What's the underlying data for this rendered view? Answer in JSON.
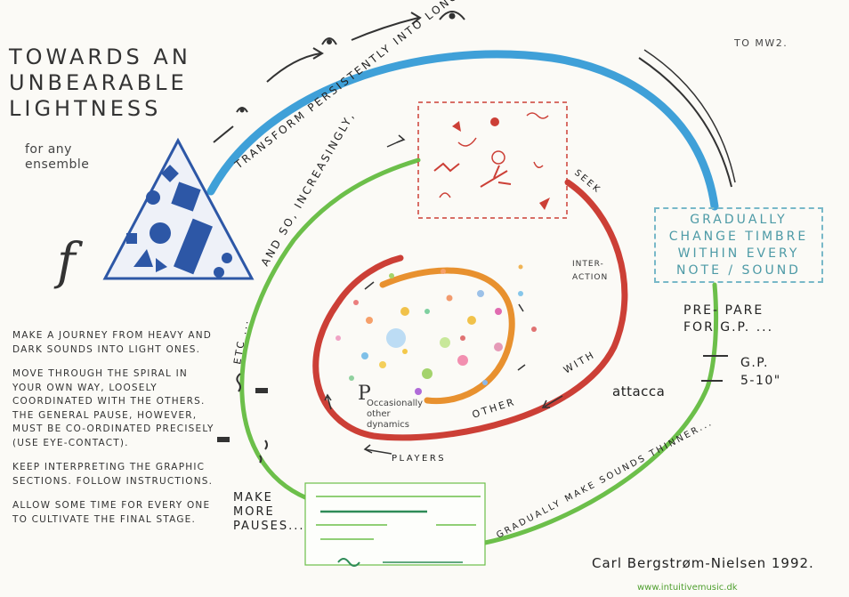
{
  "title_lines": [
    "TOWARDS AN",
    "UNBEARABLE",
    "LIGHTNESS"
  ],
  "subtitle": "for any ensemble",
  "to_mw2": "TO MW2.",
  "dynamic_f": "f",
  "spiral_texts": {
    "transform": "TRANSFORM PERSISTENTLY INTO LONG SOUNDS",
    "and_so": "AND SO, INCREASINGLY,",
    "seek": "SEEK",
    "interaction": [
      "INTER-",
      "ACTION"
    ],
    "with": "WITH",
    "other": "OTHER",
    "players": "PLAYERS",
    "etc": "ETC ...",
    "thinner": "GRADUALLY MAKE SOUNDS THINNER..."
  },
  "timbre_box": [
    "GRADUALLY",
    "CHANGE TIMBRE",
    "WITHIN EVERY",
    "NOTE / SOUND"
  ],
  "prepare": [
    "PRE- PARE",
    "FOR G.P. ..."
  ],
  "gp": [
    "G.P.",
    "5-10\""
  ],
  "attacca": "attacca",
  "make_pauses": [
    "MAKE",
    "MORE",
    "PAUSES..."
  ],
  "soft_p": "P",
  "soft_note": [
    "Occasionally",
    "other",
    "dynamics"
  ],
  "instructions": [
    "MAKE A JOURNEY FROM HEAVY AND DARK SOUNDS INTO LIGHT ONES.",
    "MOVE THROUGH THE SPIRAL IN YOUR OWN WAY, LOOSELY COORDINATED WITH THE OTHERS. THE GENERAL PAUSE, HOWEVER, MUST BE CO-ORDINATED PRECISELY (USE EYE-CONTACT).",
    "KEEP INTERPRETING THE GRAPHIC SECTIONS. FOLLOW INSTRUCTIONS.",
    "ALLOW SOME TIME FOR EVERY ONE TO CULTIVATE THE FINAL STAGE."
  ],
  "signature": "Carl Bergstrøm-Nielsen 1992.",
  "website": "www.intuitivemusic.dk",
  "colors": {
    "blue": "#3fa0d8",
    "red": "#cc3f36",
    "green": "#6cbf4a",
    "orange": "#e8912f",
    "navy": "#2d57a6",
    "teal": "#78b8c8"
  }
}
